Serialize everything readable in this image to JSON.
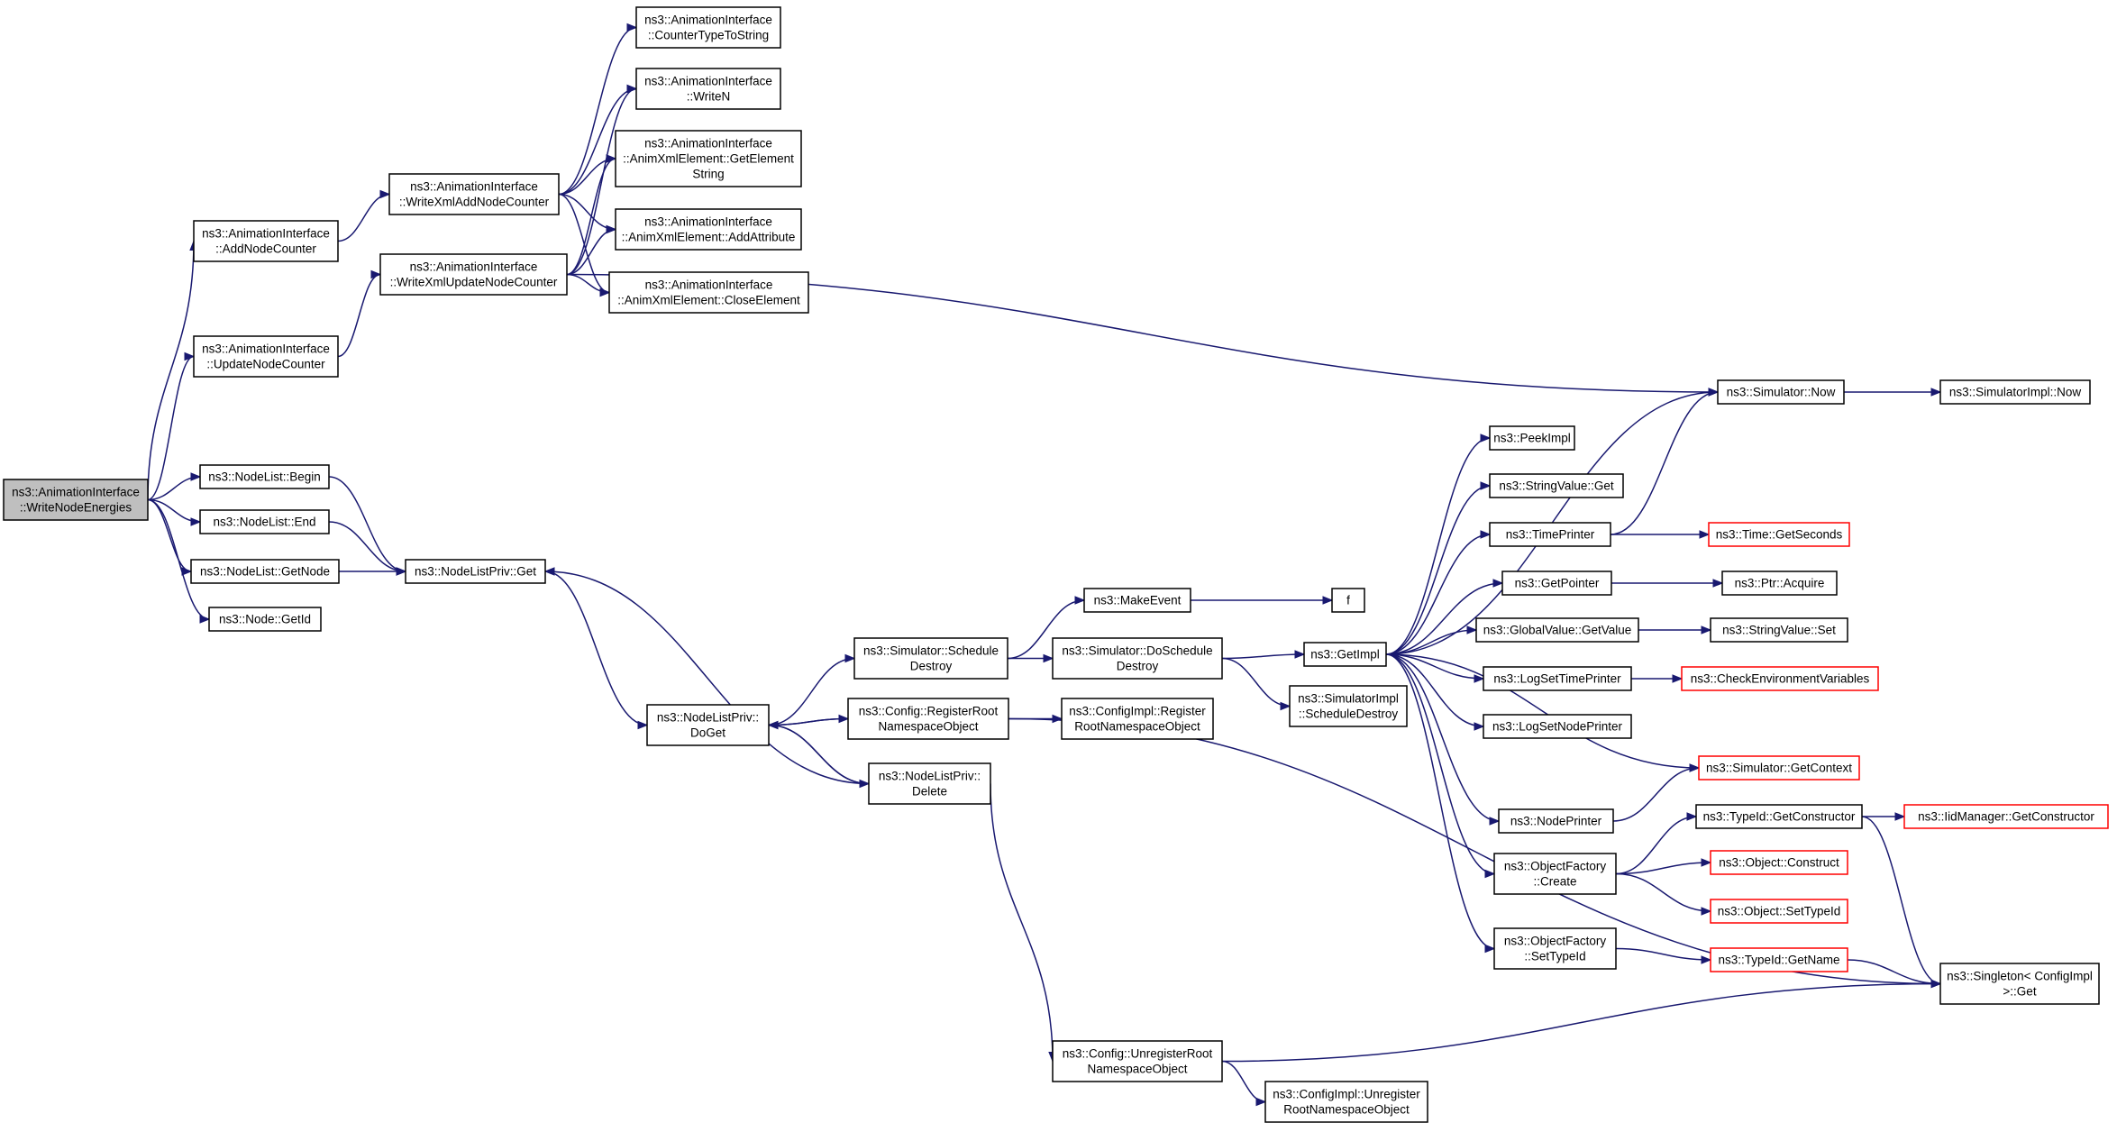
{
  "diagram": {
    "nodes": [
      {
        "id": "n_root",
        "lines": [
          "ns3::AnimationInterface",
          "::WriteNodeEnergies"
        ],
        "style": "root"
      },
      {
        "id": "n_addnc",
        "lines": [
          "ns3::AnimationInterface",
          "::AddNodeCounter"
        ],
        "style": "normal"
      },
      {
        "id": "n_updnc",
        "lines": [
          "ns3::AnimationInterface",
          "::UpdateNodeCounter"
        ],
        "style": "normal"
      },
      {
        "id": "n_begin",
        "lines": [
          "ns3::NodeList::Begin"
        ],
        "style": "normal"
      },
      {
        "id": "n_end",
        "lines": [
          "ns3::NodeList::End"
        ],
        "style": "normal"
      },
      {
        "id": "n_getnode",
        "lines": [
          "ns3::NodeList::GetNode"
        ],
        "style": "normal"
      },
      {
        "id": "n_getid",
        "lines": [
          "ns3::Node::GetId"
        ],
        "style": "normal"
      },
      {
        "id": "n_wxadd",
        "lines": [
          "ns3::AnimationInterface",
          "::WriteXmlAddNodeCounter"
        ],
        "style": "normal"
      },
      {
        "id": "n_wxupd",
        "lines": [
          "ns3::AnimationInterface",
          "::WriteXmlUpdateNodeCounter"
        ],
        "style": "normal"
      },
      {
        "id": "n_nlpget",
        "lines": [
          "ns3::NodeListPriv::Get"
        ],
        "style": "normal"
      },
      {
        "id": "n_ctts",
        "lines": [
          "ns3::AnimationInterface",
          "::CounterTypeToString"
        ],
        "style": "normal"
      },
      {
        "id": "n_writen",
        "lines": [
          "ns3::AnimationInterface",
          "::WriteN"
        ],
        "style": "normal"
      },
      {
        "id": "n_getes",
        "lines": [
          "ns3::AnimationInterface",
          "::AnimXmlElement::GetElement",
          "String"
        ],
        "style": "normal"
      },
      {
        "id": "n_addattr",
        "lines": [
          "ns3::AnimationInterface",
          "::AnimXmlElement::AddAttribute"
        ],
        "style": "normal"
      },
      {
        "id": "n_closeel",
        "lines": [
          "ns3::AnimationInterface",
          "::AnimXmlElement::CloseElement"
        ],
        "style": "normal"
      },
      {
        "id": "n_doget",
        "lines": [
          "ns3::NodeListPriv::",
          "DoGet"
        ],
        "style": "normal"
      },
      {
        "id": "n_schdes",
        "lines": [
          "ns3::Simulator::Schedule",
          "Destroy"
        ],
        "style": "normal"
      },
      {
        "id": "n_regroot",
        "lines": [
          "ns3::Config::RegisterRoot",
          "NamespaceObject"
        ],
        "style": "normal"
      },
      {
        "id": "n_nlpdel",
        "lines": [
          "ns3::NodeListPriv::",
          "Delete"
        ],
        "style": "normal"
      },
      {
        "id": "n_unreg",
        "lines": [
          "ns3::Config::UnregisterRoot",
          "NamespaceObject"
        ],
        "style": "normal"
      },
      {
        "id": "n_makeev",
        "lines": [
          "ns3::MakeEvent"
        ],
        "style": "normal"
      },
      {
        "id": "n_doschdes",
        "lines": [
          "ns3::Simulator::DoSchedule",
          "Destroy"
        ],
        "style": "normal"
      },
      {
        "id": "n_cireg",
        "lines": [
          "ns3::ConfigImpl::Register",
          "RootNamespaceObject"
        ],
        "style": "normal"
      },
      {
        "id": "n_ciunreg",
        "lines": [
          "ns3::ConfigImpl::Unregister",
          "RootNamespaceObject"
        ],
        "style": "normal"
      },
      {
        "id": "n_f",
        "lines": [
          "f"
        ],
        "style": "normal"
      },
      {
        "id": "n_getimpl",
        "lines": [
          "ns3::GetImpl"
        ],
        "style": "normal"
      },
      {
        "id": "n_simimplsd",
        "lines": [
          "ns3::SimulatorImpl",
          "::ScheduleDestroy"
        ],
        "style": "normal"
      },
      {
        "id": "n_peekimpl",
        "lines": [
          "ns3::PeekImpl"
        ],
        "style": "normal"
      },
      {
        "id": "n_svget",
        "lines": [
          "ns3::StringValue::Get"
        ],
        "style": "normal"
      },
      {
        "id": "n_timeprinter",
        "lines": [
          "ns3::TimePrinter"
        ],
        "style": "normal"
      },
      {
        "id": "n_getpointer",
        "lines": [
          "ns3::GetPointer"
        ],
        "style": "normal"
      },
      {
        "id": "n_gvgetvalue",
        "lines": [
          "ns3::GlobalValue::GetValue"
        ],
        "style": "normal"
      },
      {
        "id": "n_logstp",
        "lines": [
          "ns3::LogSetTimePrinter"
        ],
        "style": "normal"
      },
      {
        "id": "n_logsnp",
        "lines": [
          "ns3::LogSetNodePrinter"
        ],
        "style": "normal"
      },
      {
        "id": "n_nodeprinter",
        "lines": [
          "ns3::NodePrinter"
        ],
        "style": "normal"
      },
      {
        "id": "n_ofcreate",
        "lines": [
          "ns3::ObjectFactory",
          "::Create"
        ],
        "style": "normal"
      },
      {
        "id": "n_ofsettid",
        "lines": [
          "ns3::ObjectFactory",
          "::SetTypeId"
        ],
        "style": "normal"
      },
      {
        "id": "n_simnow",
        "lines": [
          "ns3::Simulator::Now"
        ],
        "style": "normal"
      },
      {
        "id": "n_simimplnow",
        "lines": [
          "ns3::SimulatorImpl::Now"
        ],
        "style": "normal"
      },
      {
        "id": "n_getsec",
        "lines": [
          "ns3::Time::GetSeconds"
        ],
        "style": "trunc"
      },
      {
        "id": "n_ptracq",
        "lines": [
          "ns3::Ptr::Acquire"
        ],
        "style": "normal"
      },
      {
        "id": "n_svset",
        "lines": [
          "ns3::StringValue::Set"
        ],
        "style": "normal"
      },
      {
        "id": "n_checkenv",
        "lines": [
          "ns3::CheckEnvironmentVariables"
        ],
        "style": "trunc"
      },
      {
        "id": "n_getctx",
        "lines": [
          "ns3::Simulator::GetContext"
        ],
        "style": "trunc"
      },
      {
        "id": "n_tidgetctor",
        "lines": [
          "ns3::TypeId::GetConstructor"
        ],
        "style": "normal"
      },
      {
        "id": "n_objconstruct",
        "lines": [
          "ns3::Object::Construct"
        ],
        "style": "trunc"
      },
      {
        "id": "n_objsettid",
        "lines": [
          "ns3::Object::SetTypeId"
        ],
        "style": "trunc"
      },
      {
        "id": "n_tidgetname",
        "lines": [
          "ns3::TypeId::GetName"
        ],
        "style": "trunc"
      },
      {
        "id": "n_iidgetctor",
        "lines": [
          "ns3::IidManager::GetConstructor"
        ],
        "style": "trunc"
      },
      {
        "id": "n_singleton",
        "lines": [
          "ns3::Singleton< ConfigImpl",
          ">::Get"
        ],
        "style": "normal"
      }
    ],
    "edges": [
      [
        "n_root",
        "n_addnc"
      ],
      [
        "n_root",
        "n_updnc"
      ],
      [
        "n_root",
        "n_begin"
      ],
      [
        "n_root",
        "n_end"
      ],
      [
        "n_root",
        "n_getnode"
      ],
      [
        "n_root",
        "n_getid"
      ],
      [
        "n_addnc",
        "n_wxadd"
      ],
      [
        "n_updnc",
        "n_wxupd"
      ],
      [
        "n_begin",
        "n_nlpget"
      ],
      [
        "n_end",
        "n_nlpget"
      ],
      [
        "n_getnode",
        "n_nlpget"
      ],
      [
        "n_wxadd",
        "n_ctts"
      ],
      [
        "n_wxadd",
        "n_writen"
      ],
      [
        "n_wxadd",
        "n_getes"
      ],
      [
        "n_wxadd",
        "n_addattr"
      ],
      [
        "n_wxadd",
        "n_closeel"
      ],
      [
        "n_wxupd",
        "n_writen"
      ],
      [
        "n_wxupd",
        "n_getes"
      ],
      [
        "n_wxupd",
        "n_addattr"
      ],
      [
        "n_wxupd",
        "n_closeel"
      ],
      [
        "n_wxupd",
        "n_simnow"
      ],
      [
        "n_nlpget",
        "n_doget"
      ],
      [
        "n_doget",
        "n_schdes"
      ],
      [
        "n_doget",
        "n_regroot"
      ],
      [
        "n_doget",
        "n_nlpdel"
      ],
      [
        "n_regroot",
        "n_doget"
      ],
      [
        "n_regroot",
        "n_cireg"
      ],
      [
        "n_regroot",
        "n_singleton"
      ],
      [
        "n_nlpdel",
        "n_doget"
      ],
      [
        "n_nlpdel",
        "n_nlpget"
      ],
      [
        "n_nlpdel",
        "n_unreg"
      ],
      [
        "n_schdes",
        "n_makeev"
      ],
      [
        "n_schdes",
        "n_doschdes"
      ],
      [
        "n_makeev",
        "n_f"
      ],
      [
        "n_doschdes",
        "n_getimpl"
      ],
      [
        "n_doschdes",
        "n_simimplsd"
      ],
      [
        "n_unreg",
        "n_ciunreg"
      ],
      [
        "n_unreg",
        "n_singleton"
      ],
      [
        "n_getimpl",
        "n_simnow"
      ],
      [
        "n_getimpl",
        "n_peekimpl"
      ],
      [
        "n_getimpl",
        "n_svget"
      ],
      [
        "n_getimpl",
        "n_timeprinter"
      ],
      [
        "n_getimpl",
        "n_getpointer"
      ],
      [
        "n_getimpl",
        "n_gvgetvalue"
      ],
      [
        "n_getimpl",
        "n_logstp"
      ],
      [
        "n_getimpl",
        "n_logsnp"
      ],
      [
        "n_getimpl",
        "n_getctx"
      ],
      [
        "n_getimpl",
        "n_nodeprinter"
      ],
      [
        "n_getimpl",
        "n_ofcreate"
      ],
      [
        "n_getimpl",
        "n_ofsettid"
      ],
      [
        "n_timeprinter",
        "n_simnow"
      ],
      [
        "n_timeprinter",
        "n_getsec"
      ],
      [
        "n_simnow",
        "n_simimplnow"
      ],
      [
        "n_getpointer",
        "n_ptracq"
      ],
      [
        "n_gvgetvalue",
        "n_svset"
      ],
      [
        "n_logstp",
        "n_checkenv"
      ],
      [
        "n_nodeprinter",
        "n_getctx"
      ],
      [
        "n_ofcreate",
        "n_tidgetctor"
      ],
      [
        "n_ofcreate",
        "n_objconstruct"
      ],
      [
        "n_ofcreate",
        "n_objsettid"
      ],
      [
        "n_ofsettid",
        "n_tidgetname"
      ],
      [
        "n_tidgetctor",
        "n_iidgetctor"
      ],
      [
        "n_tidgetctor",
        "n_singleton"
      ],
      [
        "n_tidgetname",
        "n_singleton"
      ]
    ]
  }
}
